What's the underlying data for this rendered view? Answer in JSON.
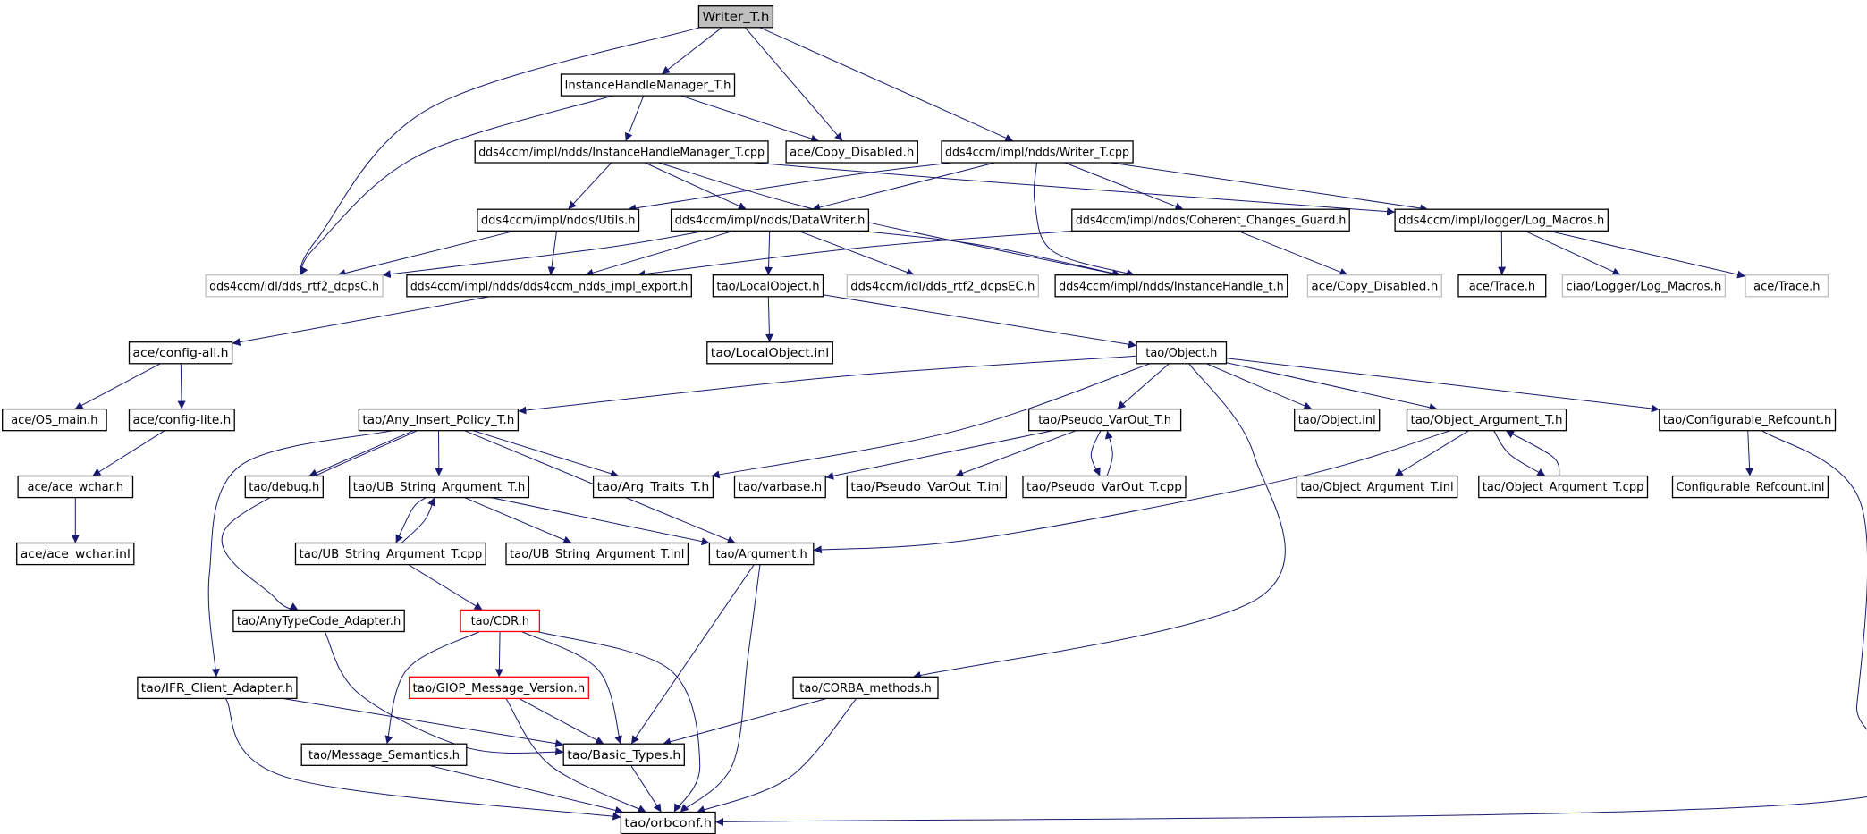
{
  "colors": {
    "edge": "#191970",
    "root_fill": "#bfbfbf",
    "node_border": "#000000",
    "missing_border": "#bfbfbf",
    "truncated_border": "#ff0000",
    "text": "#000000"
  },
  "nodes": [
    {
      "id": "writer_t_h",
      "label": "Writer_T.h",
      "style": "root"
    },
    {
      "id": "ihm_t_h",
      "label": "InstanceHandleManager_T.h",
      "style": "normal"
    },
    {
      "id": "ihm_t_cpp",
      "label": "dds4ccm/impl/ndds/InstanceHandleManager_T.cpp",
      "style": "normal"
    },
    {
      "id": "ace_copy_disabled_1",
      "label": "ace/Copy_Disabled.h",
      "style": "normal"
    },
    {
      "id": "writer_t_cpp",
      "label": "dds4ccm/impl/ndds/Writer_T.cpp",
      "style": "normal"
    },
    {
      "id": "utils_h",
      "label": "dds4ccm/impl/ndds/Utils.h",
      "style": "normal"
    },
    {
      "id": "datawriter_h",
      "label": "dds4ccm/impl/ndds/DataWriter.h",
      "style": "normal"
    },
    {
      "id": "coherent_h",
      "label": "dds4ccm/impl/ndds/Coherent_Changes_Guard.h",
      "style": "normal"
    },
    {
      "id": "log_macros_h",
      "label": "dds4ccm/impl/logger/Log_Macros.h",
      "style": "normal"
    },
    {
      "id": "dcpsc_h",
      "label": "dds4ccm/idl/dds_rtf2_dcpsC.h",
      "style": "missing"
    },
    {
      "id": "impl_export_h",
      "label": "dds4ccm/impl/ndds/dds4ccm_ndds_impl_export.h",
      "style": "normal"
    },
    {
      "id": "localobject_h",
      "label": "tao/LocalObject.h",
      "style": "normal"
    },
    {
      "id": "dcpsec_h",
      "label": "dds4ccm/idl/dds_rtf2_dcpsEC.h",
      "style": "missing"
    },
    {
      "id": "instancehandle_t_h",
      "label": "dds4ccm/impl/ndds/InstanceHandle_t.h",
      "style": "normal"
    },
    {
      "id": "ace_copy_disabled_2",
      "label": "ace/Copy_Disabled.h",
      "style": "missing"
    },
    {
      "id": "ace_trace_1",
      "label": "ace/Trace.h",
      "style": "normal"
    },
    {
      "id": "ciao_log_macros_h",
      "label": "ciao/Logger/Log_Macros.h",
      "style": "missing"
    },
    {
      "id": "ace_trace_2",
      "label": "ace/Trace.h",
      "style": "missing"
    },
    {
      "id": "config_all_h",
      "label": "ace/config-all.h",
      "style": "normal"
    },
    {
      "id": "localobject_inl",
      "label": "tao/LocalObject.inl",
      "style": "normal"
    },
    {
      "id": "object_h",
      "label": "tao/Object.h",
      "style": "normal"
    },
    {
      "id": "os_main_h",
      "label": "ace/OS_main.h",
      "style": "normal"
    },
    {
      "id": "config_lite_h",
      "label": "ace/config-lite.h",
      "style": "normal"
    },
    {
      "id": "any_insert_policy_h",
      "label": "tao/Any_Insert_Policy_T.h",
      "style": "normal"
    },
    {
      "id": "pseudo_varout_h",
      "label": "tao/Pseudo_VarOut_T.h",
      "style": "normal"
    },
    {
      "id": "object_inl",
      "label": "tao/Object.inl",
      "style": "normal"
    },
    {
      "id": "object_argument_h",
      "label": "tao/Object_Argument_T.h",
      "style": "normal"
    },
    {
      "id": "configurable_refcount_h",
      "label": "tao/Configurable_Refcount.h",
      "style": "normal"
    },
    {
      "id": "ace_wchar_h",
      "label": "ace/ace_wchar.h",
      "style": "normal"
    },
    {
      "id": "debug_h",
      "label": "tao/debug.h",
      "style": "normal"
    },
    {
      "id": "ub_string_argument_h",
      "label": "tao/UB_String_Argument_T.h",
      "style": "normal"
    },
    {
      "id": "arg_traits_h",
      "label": "tao/Arg_Traits_T.h",
      "style": "normal"
    },
    {
      "id": "varbase_h",
      "label": "tao/varbase.h",
      "style": "normal"
    },
    {
      "id": "pseudo_varout_inl",
      "label": "tao/Pseudo_VarOut_T.inl",
      "style": "normal"
    },
    {
      "id": "pseudo_varout_cpp",
      "label": "tao/Pseudo_VarOut_T.cpp",
      "style": "normal"
    },
    {
      "id": "object_argument_inl",
      "label": "tao/Object_Argument_T.inl",
      "style": "normal"
    },
    {
      "id": "object_argument_cpp",
      "label": "tao/Object_Argument_T.cpp",
      "style": "normal"
    },
    {
      "id": "configurable_refcount_inl",
      "label": "Configurable_Refcount.inl",
      "style": "normal"
    },
    {
      "id": "ace_wchar_inl",
      "label": "ace/ace_wchar.inl",
      "style": "normal"
    },
    {
      "id": "ub_string_argument_cpp",
      "label": "tao/UB_String_Argument_T.cpp",
      "style": "normal"
    },
    {
      "id": "ub_string_argument_inl",
      "label": "tao/UB_String_Argument_T.inl",
      "style": "normal"
    },
    {
      "id": "argument_h",
      "label": "tao/Argument.h",
      "style": "normal"
    },
    {
      "id": "anytypecode_adapter_h",
      "label": "tao/AnyTypeCode_Adapter.h",
      "style": "normal"
    },
    {
      "id": "cdr_h",
      "label": "tao/CDR.h",
      "style": "truncated"
    },
    {
      "id": "ifr_client_adapter_h",
      "label": "tao/IFR_Client_Adapter.h",
      "style": "normal"
    },
    {
      "id": "giop_message_version_h",
      "label": "tao/GIOP_Message_Version.h",
      "style": "truncated"
    },
    {
      "id": "corba_methods_h",
      "label": "tao/CORBA_methods.h",
      "style": "normal"
    },
    {
      "id": "message_semantics_h",
      "label": "tao/Message_Semantics.h",
      "style": "normal"
    },
    {
      "id": "basic_types_h",
      "label": "tao/Basic_Types.h",
      "style": "normal"
    },
    {
      "id": "orbconf_h",
      "label": "tao/orbconf.h",
      "style": "normal"
    }
  ],
  "edges": [
    [
      "writer_t_h",
      "ihm_t_h"
    ],
    [
      "writer_t_h",
      "ace_copy_disabled_1"
    ],
    [
      "writer_t_h",
      "writer_t_cpp"
    ],
    [
      "writer_t_h",
      "dcpsc_h"
    ],
    [
      "ihm_t_h",
      "ihm_t_cpp"
    ],
    [
      "ihm_t_h",
      "ace_copy_disabled_1"
    ],
    [
      "ihm_t_h",
      "dcpsc_h"
    ],
    [
      "ihm_t_cpp",
      "utils_h"
    ],
    [
      "ihm_t_cpp",
      "datawriter_h"
    ],
    [
      "ihm_t_cpp",
      "instancehandle_t_h"
    ],
    [
      "ihm_t_cpp",
      "log_macros_h"
    ],
    [
      "writer_t_cpp",
      "utils_h"
    ],
    [
      "writer_t_cpp",
      "datawriter_h"
    ],
    [
      "writer_t_cpp",
      "coherent_h"
    ],
    [
      "writer_t_cpp",
      "log_macros_h"
    ],
    [
      "writer_t_cpp",
      "instancehandle_t_h"
    ],
    [
      "utils_h",
      "dcpsc_h"
    ],
    [
      "utils_h",
      "impl_export_h"
    ],
    [
      "datawriter_h",
      "dcpsc_h"
    ],
    [
      "datawriter_h",
      "impl_export_h"
    ],
    [
      "datawriter_h",
      "localobject_h"
    ],
    [
      "datawriter_h",
      "dcpsec_h"
    ],
    [
      "datawriter_h",
      "instancehandle_t_h"
    ],
    [
      "coherent_h",
      "impl_export_h"
    ],
    [
      "coherent_h",
      "ace_copy_disabled_2"
    ],
    [
      "log_macros_h",
      "ace_trace_1"
    ],
    [
      "log_macros_h",
      "ciao_log_macros_h"
    ],
    [
      "log_macros_h",
      "ace_trace_2"
    ],
    [
      "impl_export_h",
      "config_all_h"
    ],
    [
      "localobject_h",
      "localobject_inl"
    ],
    [
      "localobject_h",
      "object_h"
    ],
    [
      "config_all_h",
      "os_main_h"
    ],
    [
      "config_all_h",
      "config_lite_h"
    ],
    [
      "config_lite_h",
      "ace_wchar_h"
    ],
    [
      "ace_wchar_h",
      "ace_wchar_inl"
    ],
    [
      "object_h",
      "any_insert_policy_h"
    ],
    [
      "object_h",
      "arg_traits_h"
    ],
    [
      "object_h",
      "pseudo_varout_h"
    ],
    [
      "object_h",
      "object_inl"
    ],
    [
      "object_h",
      "object_argument_h"
    ],
    [
      "object_h",
      "configurable_refcount_h"
    ],
    [
      "object_h",
      "corba_methods_h"
    ],
    [
      "any_insert_policy_h",
      "debug_h"
    ],
    [
      "any_insert_policy_h",
      "ub_string_argument_h"
    ],
    [
      "any_insert_policy_h",
      "arg_traits_h"
    ],
    [
      "any_insert_policy_h",
      "argument_h"
    ],
    [
      "any_insert_policy_h",
      "anytypecode_adapter_h"
    ],
    [
      "any_insert_policy_h",
      "ifr_client_adapter_h"
    ],
    [
      "ub_string_argument_h",
      "ub_string_argument_cpp"
    ],
    [
      "ub_string_argument_h",
      "ub_string_argument_inl"
    ],
    [
      "ub_string_argument_h",
      "argument_h"
    ],
    [
      "ub_string_argument_cpp",
      "ub_string_argument_h"
    ],
    [
      "ub_string_argument_cpp",
      "cdr_h"
    ],
    [
      "pseudo_varout_h",
      "varbase_h"
    ],
    [
      "pseudo_varout_h",
      "pseudo_varout_inl"
    ],
    [
      "pseudo_varout_h",
      "pseudo_varout_cpp"
    ],
    [
      "pseudo_varout_cpp",
      "pseudo_varout_h"
    ],
    [
      "object_argument_h",
      "argument_h"
    ],
    [
      "object_argument_h",
      "object_argument_inl"
    ],
    [
      "object_argument_h",
      "object_argument_cpp"
    ],
    [
      "object_argument_cpp",
      "object_argument_h"
    ],
    [
      "configurable_refcount_h",
      "configurable_refcount_inl"
    ],
    [
      "configurable_refcount_h",
      "orbconf_h"
    ],
    [
      "argument_h",
      "basic_types_h"
    ],
    [
      "argument_h",
      "orbconf_h"
    ],
    [
      "anytypecode_adapter_h",
      "basic_types_h"
    ],
    [
      "cdr_h",
      "message_semantics_h"
    ],
    [
      "cdr_h",
      "giop_message_version_h"
    ],
    [
      "cdr_h",
      "basic_types_h"
    ],
    [
      "cdr_h",
      "orbconf_h"
    ],
    [
      "giop_message_version_h",
      "basic_types_h"
    ],
    [
      "giop_message_version_h",
      "orbconf_h"
    ],
    [
      "ifr_client_adapter_h",
      "basic_types_h"
    ],
    [
      "ifr_client_adapter_h",
      "orbconf_h"
    ],
    [
      "corba_methods_h",
      "basic_types_h"
    ],
    [
      "corba_methods_h",
      "orbconf_h"
    ],
    [
      "message_semantics_h",
      "orbconf_h"
    ],
    [
      "basic_types_h",
      "orbconf_h"
    ]
  ]
}
